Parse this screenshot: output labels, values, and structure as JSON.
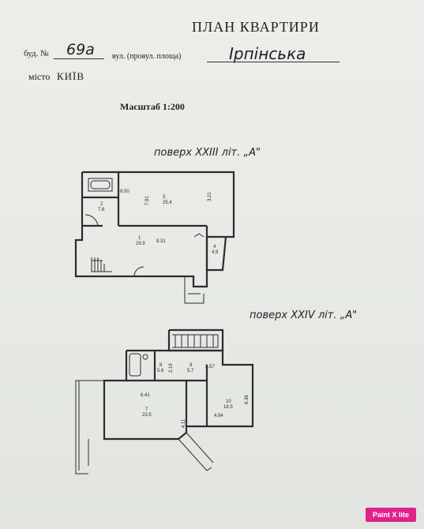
{
  "header": {
    "title": "ПЛАН КВАРТИРИ",
    "building_label": "буд. №",
    "building_number": "69а",
    "street_label": "вул. (провул. площа)",
    "street_value": "Ірпінська",
    "city_label": "місто",
    "city_value": "КИЇВ"
  },
  "scale_label": "Масштаб 1:200",
  "floor1": {
    "title": "поверх XXIII літ. „А\"",
    "labels": [
      "8.00",
      "3",
      "25.4",
      "7.81",
      "3.21",
      "2",
      "7.8",
      "1",
      "29.9",
      "8.31",
      "4",
      "4.9"
    ]
  },
  "floor2": {
    "title": "поверх XXIV літ. „А\"",
    "labels": [
      "8",
      "5.6",
      "2.19",
      "9",
      "5.7",
      "3.57",
      "6.41",
      "7",
      "23.5",
      "10",
      "18.5",
      "4.84",
      "6.36",
      "4.11"
    ]
  },
  "badge": "Paint X lite"
}
